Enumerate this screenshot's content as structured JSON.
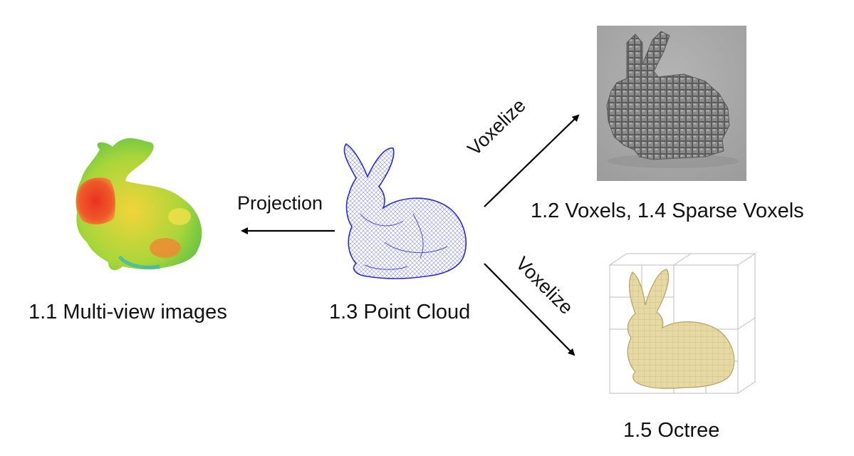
{
  "captions": {
    "multiview": "1.1 Multi-view images",
    "pointcloud": "1.3 Point Cloud",
    "voxels": "1.2 Voxels, 1.4 Sparse Voxels",
    "octree": "1.5 Octree"
  },
  "edges": {
    "projection": "Projection",
    "voxelize_top": "Voxelize",
    "voxelize_bottom": "Voxelize"
  },
  "colors": {
    "text": "#111111",
    "arrow": "#000000",
    "pointcloud": "#2a2ad8",
    "voxel_panel": "#a7a7a7",
    "voxel_cube": "#777777",
    "octree_bunny": "#e6d9a4",
    "heat_hot": "#e8321f",
    "heat_mid": "#f2d43a",
    "heat_cool": "#39b54a"
  },
  "icons": {
    "multiview_bunny": "heatmap-rendered-bunny",
    "pointcloud_bunny": "wireframe-point-cloud-bunny",
    "voxel_bunny": "voxelized-bunny",
    "octree_bunny": "octree-bunny"
  }
}
